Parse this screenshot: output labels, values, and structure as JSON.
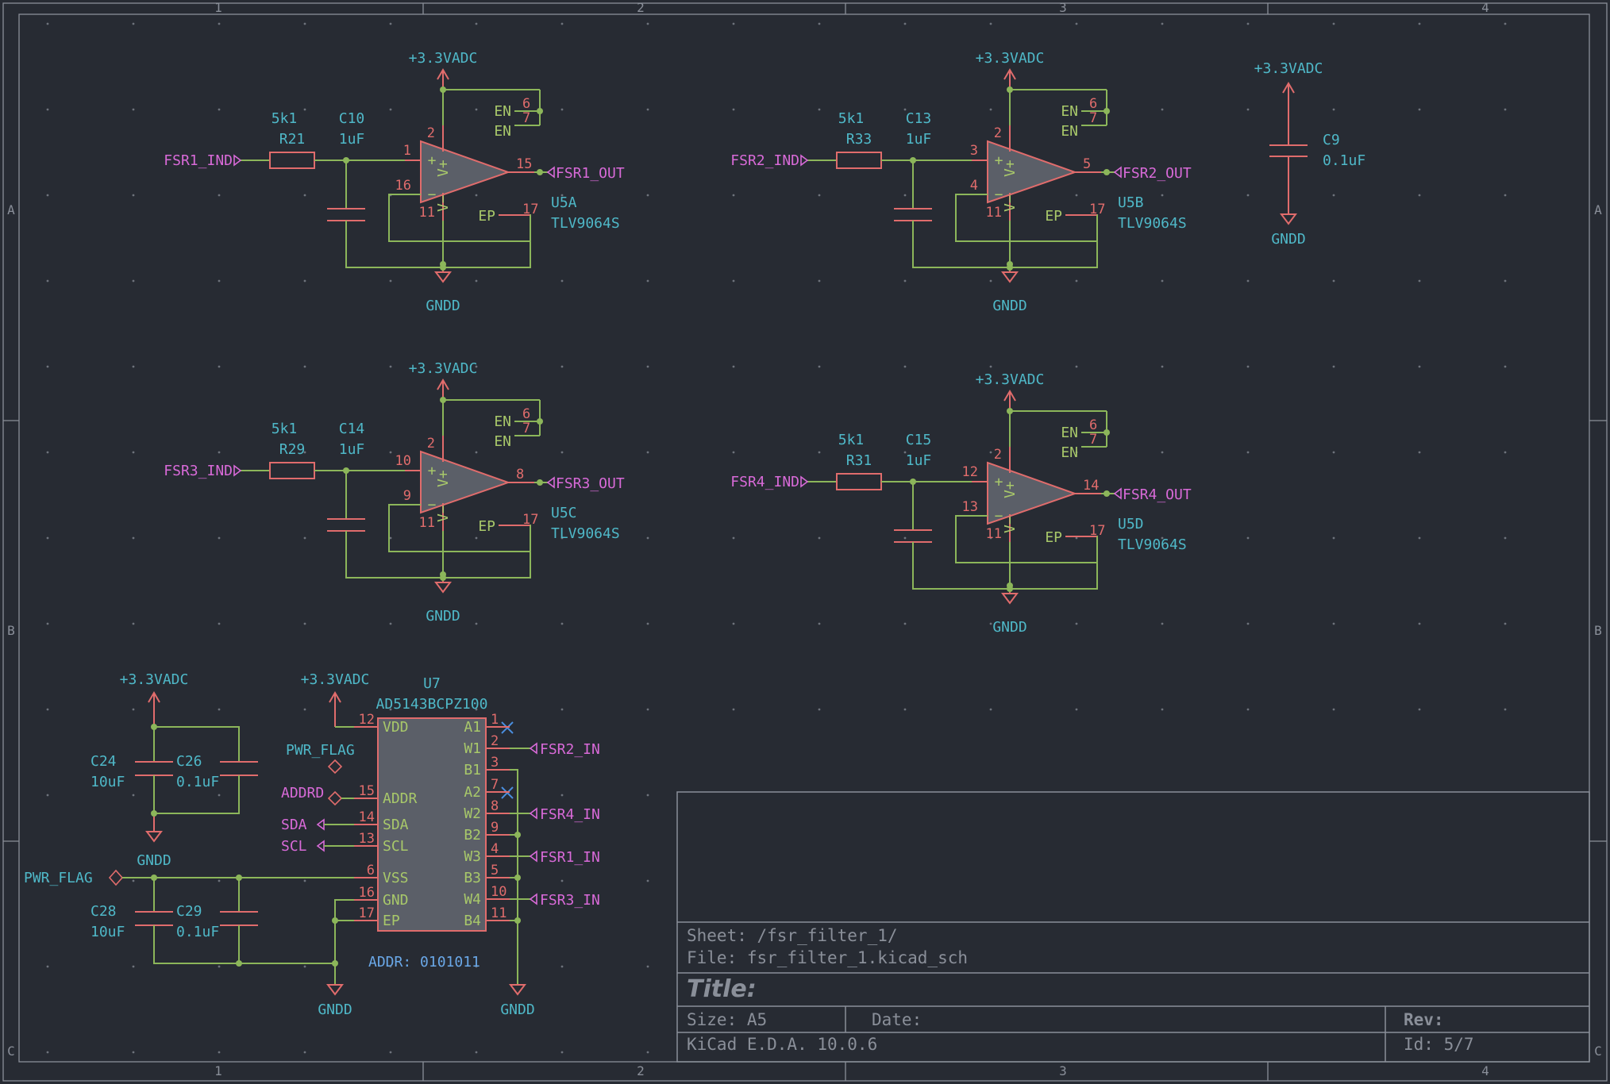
{
  "frame": {
    "columns": [
      "1",
      "2",
      "3",
      "4"
    ],
    "rows": [
      "A",
      "B",
      "C"
    ]
  },
  "opamps": [
    {
      "ref": "U5A",
      "value": "TLV9064S",
      "in_label": "FSR1_IND",
      "out_label": "FSR1_OUT",
      "res_value": "5k1",
      "res_ref": "R21",
      "cap_ref": "C10",
      "cap_value": "1uF",
      "pin_in": "1",
      "pin_fb": "16",
      "pin_out": "15",
      "pin_vcc": "2",
      "pin_gnd": "11",
      "pin_en1": "6",
      "pin_en2": "7",
      "pin_ep": "17",
      "vcc": "+3.3VADC",
      "gnd": "GNDD"
    },
    {
      "ref": "U5B",
      "value": "TLV9064S",
      "in_label": "FSR2_IND",
      "out_label": "FSR2_OUT",
      "res_value": "5k1",
      "res_ref": "R33",
      "cap_ref": "C13",
      "cap_value": "1uF",
      "pin_in": "3",
      "pin_fb": "4",
      "pin_out": "5",
      "pin_vcc": "2",
      "pin_gnd": "11",
      "pin_en1": "6",
      "pin_en2": "7",
      "pin_ep": "17",
      "vcc": "+3.3VADC",
      "gnd": "GNDD"
    },
    {
      "ref": "U5C",
      "value": "TLV9064S",
      "in_label": "FSR3_IND",
      "out_label": "FSR3_OUT",
      "res_value": "5k1",
      "res_ref": "R29",
      "cap_ref": "C14",
      "cap_value": "1uF",
      "pin_in": "10",
      "pin_fb": "9",
      "pin_out": "8",
      "pin_vcc": "2",
      "pin_gnd": "11",
      "pin_en1": "6",
      "pin_en2": "7",
      "pin_ep": "17",
      "vcc": "+3.3VADC",
      "gnd": "GNDD"
    },
    {
      "ref": "U5D",
      "value": "TLV9064S",
      "in_label": "FSR4_IND",
      "out_label": "FSR4_OUT",
      "res_value": "5k1",
      "res_ref": "R31",
      "cap_ref": "C15",
      "cap_value": "1uF",
      "pin_in": "12",
      "pin_fb": "13",
      "pin_out": "14",
      "pin_vcc": "2",
      "pin_gnd": "11",
      "pin_en1": "6",
      "pin_en2": "7",
      "pin_ep": "17",
      "vcc": "+3.3VADC",
      "gnd": "GNDD"
    }
  ],
  "opamp_pin_names": {
    "en": "EN",
    "ep": "EP",
    "plus": "+",
    "minus": "−",
    "vplus": "V+",
    "vminus": "V−"
  },
  "c9": {
    "ref": "C9",
    "value": "0.1uF",
    "vcc": "+3.3VADC",
    "gnd": "GNDD"
  },
  "decoupling_top": {
    "vcc": "+3.3VADC",
    "gnd": "GNDD",
    "c1_ref": "C24",
    "c1_value": "10uF",
    "c2_ref": "C26",
    "c2_value": "0.1uF"
  },
  "decoupling_bottom": {
    "flag": "PWR_FLAG",
    "gnd": "GNDD",
    "c1_ref": "C28",
    "c1_value": "10uF",
    "c2_ref": "C29",
    "c2_value": "0.1uF"
  },
  "u7": {
    "ref": "U7",
    "value": "AD5143BCPZ100",
    "vcc": "+3.3VADC",
    "flag": "PWR_FLAG",
    "note": "ADDR: 0101011",
    "gnd_left": "GNDD",
    "gnd_right": "GNDD",
    "left_pins": [
      {
        "name": "VDD",
        "num": "12"
      },
      {
        "name": "ADDR",
        "num": "15"
      },
      {
        "name": "SDA",
        "num": "14"
      },
      {
        "name": "SCL",
        "num": "13"
      },
      {
        "name": "VSS",
        "num": "6"
      },
      {
        "name": "GND",
        "num": "16"
      },
      {
        "name": "EP",
        "num": "17"
      }
    ],
    "right_pins": [
      {
        "name": "A1",
        "num": "1"
      },
      {
        "name": "W1",
        "num": "2"
      },
      {
        "name": "B1",
        "num": "3"
      },
      {
        "name": "A2",
        "num": "7"
      },
      {
        "name": "W2",
        "num": "8"
      },
      {
        "name": "B2",
        "num": "9"
      },
      {
        "name": "W3",
        "num": "4"
      },
      {
        "name": "B3",
        "num": "5"
      },
      {
        "name": "W4",
        "num": "10"
      },
      {
        "name": "B4",
        "num": "11"
      }
    ],
    "labels": {
      "addr": "ADDRD",
      "sda": "SDA",
      "scl": "SCL",
      "w1": "FSR2_IN",
      "w2": "FSR4_IN",
      "w3": "FSR1_IN",
      "w4": "FSR3_IN"
    }
  },
  "title_block": {
    "sheet": "Sheet: /fsr_filter_1/",
    "file": "File: fsr_filter_1.kicad_sch",
    "title_label": "Title:",
    "size": "Size: A5",
    "date": "Date:",
    "rev": "Rev:",
    "app": "KiCad E.D.A. 10.0.6",
    "id": "Id: 5/7"
  }
}
